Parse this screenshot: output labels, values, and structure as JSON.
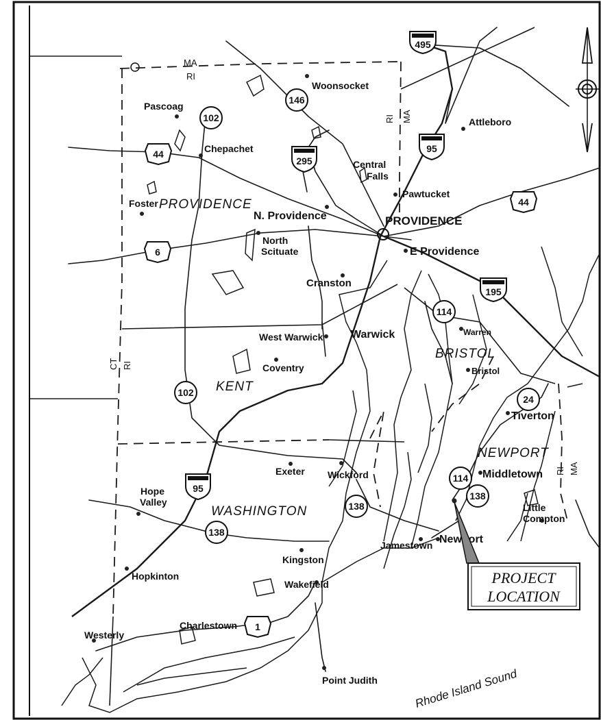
{
  "states": {
    "ma_top": "MA",
    "ri_top": "RI",
    "ri_east": "RI",
    "ma_east": "MA",
    "ct": "CT",
    "ri_west": "RI",
    "ri_se": "RI",
    "ma_se": "MA"
  },
  "counties": {
    "providence": "PROVIDENCE",
    "kent": "KENT",
    "bristol": "BRISTOL",
    "newport": "NEWPORT",
    "washington": "WASHINGTON"
  },
  "towns": {
    "woonsocket": "Woonsocket",
    "pascoag": "Pascoag",
    "chepachet": "Chepachet",
    "attleboro": "Attleboro",
    "central": "Central",
    "falls": "Falls",
    "pawtucket": "Pawtucket",
    "foster": "Foster",
    "n_prov": "N. Providence",
    "providence": "PROVIDENCE",
    "north": "North",
    "scituate": "Scituate",
    "e_prov": "E Providence",
    "cranston": "Cranston",
    "west_warwick": "West Warwick",
    "warwick": "Warwick",
    "warren": "Warren",
    "coventry": "Coventry",
    "bristol": "Bristol",
    "tiverton": "Tiverton",
    "exeter": "Exeter",
    "wickford": "Wickford",
    "middletown": "Middletown",
    "hope": "Hope",
    "valley": "Valley",
    "little": "Little",
    "compton": "Compton",
    "jamestown": "Jamestown",
    "newport": "Newport",
    "kingston": "Kingston",
    "hopkinton": "Hopkinton",
    "wakefield": "Wakefield",
    "westerly": "Westerly",
    "charlestown": "Charlestown",
    "point_judith": "Point Judith"
  },
  "water": {
    "sound": "Rhode Island Sound"
  },
  "shields": {
    "i495": "495",
    "i295": "295",
    "i95_north": "95",
    "i95_south": "95",
    "i195": "195",
    "r146": "146",
    "r102_north": "102",
    "r102_south": "102",
    "us44_west": "44",
    "us44_east": "44",
    "us6": "6",
    "r114_north": "114",
    "r114_south": "114",
    "r24": "24",
    "r138_east": "138",
    "r138_mid": "138",
    "r138_west": "138",
    "us1": "1"
  },
  "callout": {
    "line1": "PROJECT",
    "line2": "LOCATION"
  }
}
